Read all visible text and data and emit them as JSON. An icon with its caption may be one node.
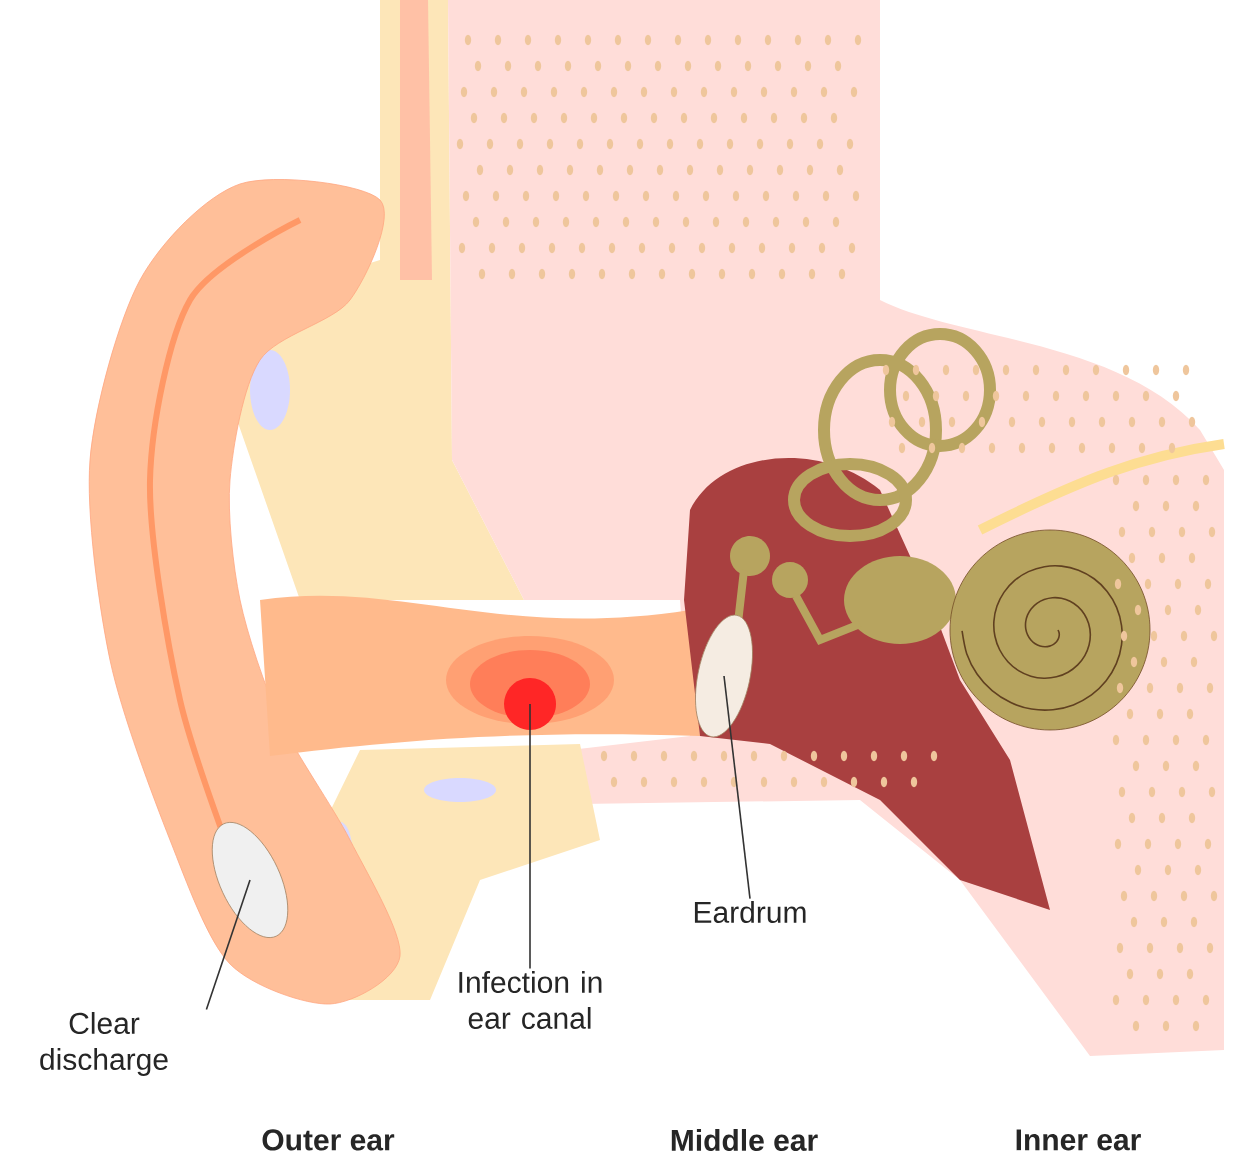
{
  "diagram": {
    "nodes": [
      {
        "text": [],
        "shape": "circle"
      },
      {
        "text": [],
        "shape": "ellipse"
      },
      {
        "text": [],
        "shape": "ellipse"
      },
      {
        "text": [
          "Eardrum"
        ]
      },
      {
        "text": [
          "Infection in ear canal"
        ]
      },
      {
        "text": [
          "Clear discharge"
        ]
      }
    ],
    "edges": [
      {
        "from": 5,
        "to": 2,
        "arrow": "none"
      },
      {
        "from": 4,
        "to": 0,
        "arrow": "none"
      },
      {
        "from": 3,
        "to": 1,
        "arrow": "none"
      }
    ],
    "labels": [
      "Outer ear",
      "Middle ear",
      "Inner ear"
    ]
  }
}
